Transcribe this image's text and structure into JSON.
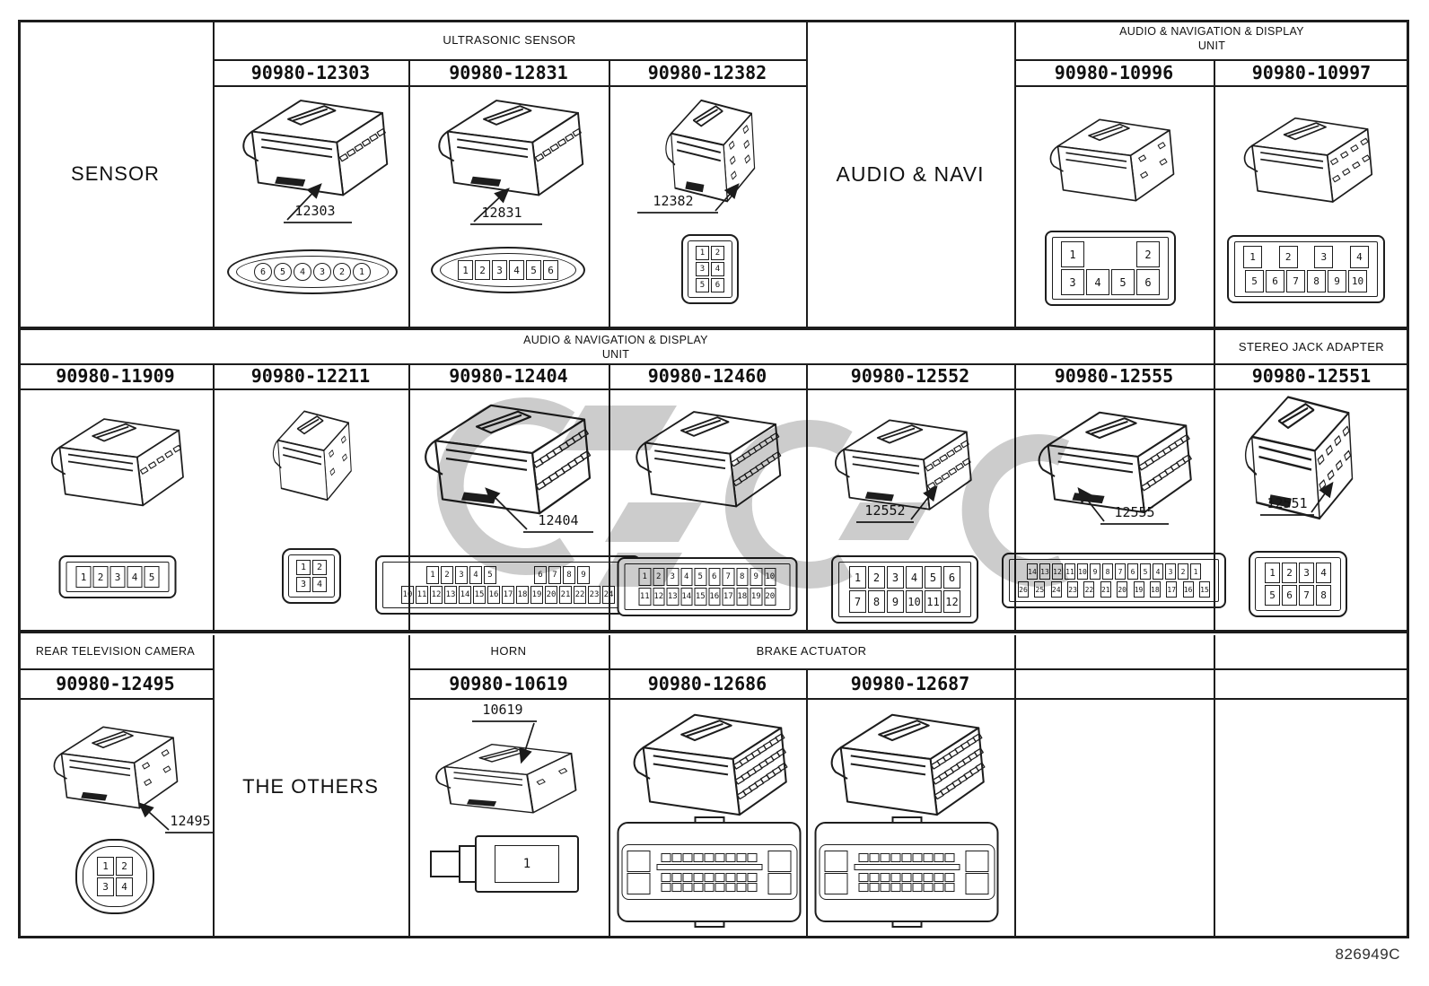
{
  "footer": {
    "code": "826949C"
  },
  "colors": {
    "line": "#1c1c1c",
    "watermark": "#cccccc"
  },
  "band1": {
    "left_label": "SENSOR",
    "mid_label": "AUDIO & NAVI",
    "header_ultrasonic": "ULTRASONIC SENSOR",
    "header_audio_line1": "AUDIO & NAVIGATION & DISPLAY",
    "header_audio_line2": "UNIT",
    "parts": [
      {
        "number": "90980-12303",
        "callout": "12303",
        "pins": [
          [
            "6",
            "5",
            "4",
            "3",
            "2",
            "1"
          ]
        ]
      },
      {
        "number": "90980-12831",
        "callout": "12831",
        "pins": [
          [
            "1",
            "2",
            "3",
            "4",
            "5",
            "6"
          ]
        ]
      },
      {
        "number": "90980-12382",
        "callout": "12382",
        "pins": [
          [
            "1",
            "2"
          ],
          [
            "3",
            "4"
          ],
          [
            "5",
            "6"
          ]
        ]
      },
      {
        "number": "90980-10996",
        "pins": [
          [
            "1",
            "2"
          ],
          [
            "3",
            "4",
            "5",
            "6"
          ]
        ]
      },
      {
        "number": "90980-10997",
        "pins": [
          [
            "1",
            "2",
            "3",
            "4"
          ],
          [
            "5",
            "6",
            "7",
            "8",
            "9",
            "10"
          ]
        ]
      }
    ]
  },
  "band2": {
    "header_line1": "AUDIO & NAVIGATION & DISPLAY",
    "header_line2": "UNIT",
    "header_stereo": "STEREO JACK ADAPTER",
    "parts": [
      {
        "number": "90980-11909",
        "pins": [
          [
            "1",
            "2",
            "3",
            "4",
            "5"
          ]
        ]
      },
      {
        "number": "90980-12211",
        "pins": [
          [
            "1",
            "2"
          ],
          [
            "3",
            "4"
          ]
        ]
      },
      {
        "number": "90980-12404",
        "callout": "12404",
        "pins": [
          [
            "1",
            "2",
            "3",
            "4",
            "5",
            "6",
            "7",
            "8",
            "9"
          ],
          [
            "10",
            "11",
            "12",
            "13",
            "14",
            "15",
            "16",
            "17",
            "18",
            "19",
            "20",
            "21",
            "22",
            "23",
            "24"
          ]
        ]
      },
      {
        "number": "90980-12460",
        "pins": [
          [
            "1",
            "2",
            "3",
            "4",
            "5",
            "6",
            "7",
            "8",
            "9",
            "10"
          ],
          [
            "11",
            "12",
            "13",
            "14",
            "15",
            "16",
            "17",
            "18",
            "19",
            "20"
          ]
        ]
      },
      {
        "number": "90980-12552",
        "callout": "12552",
        "pins": [
          [
            "1",
            "2",
            "3",
            "4",
            "5",
            "6"
          ],
          [
            "7",
            "8",
            "9",
            "10",
            "11",
            "12"
          ]
        ]
      },
      {
        "number": "90980-12555",
        "callout": "12555",
        "pins": [
          [
            "14",
            "13",
            "12",
            "11",
            "10",
            "9",
            "8",
            "7",
            "6",
            "5",
            "4",
            "3",
            "2",
            "1"
          ],
          [
            "26",
            "25",
            "24",
            "23",
            "22",
            "21",
            "20",
            "19",
            "18",
            "17",
            "16",
            "15"
          ]
        ]
      },
      {
        "number": "90980-12551",
        "callout": "12551",
        "pins": [
          [
            "1",
            "2",
            "3",
            "4"
          ],
          [
            "5",
            "6",
            "7",
            "8"
          ]
        ]
      }
    ]
  },
  "band3": {
    "header_camera": "REAR TELEVISION CAMERA",
    "header_horn": "HORN",
    "header_brake": "BRAKE ACTUATOR",
    "others_label": "THE OTHERS",
    "parts": [
      {
        "number": "90980-12495",
        "callout": "12495",
        "pins": [
          [
            "1",
            "2"
          ],
          [
            "3",
            "4"
          ]
        ]
      },
      {
        "number": "90980-10619",
        "callout": "10619",
        "pins": [
          [
            "1"
          ]
        ]
      },
      {
        "number": "90980-12686",
        "pins": []
      },
      {
        "number": "90980-12687",
        "pins": []
      }
    ]
  }
}
